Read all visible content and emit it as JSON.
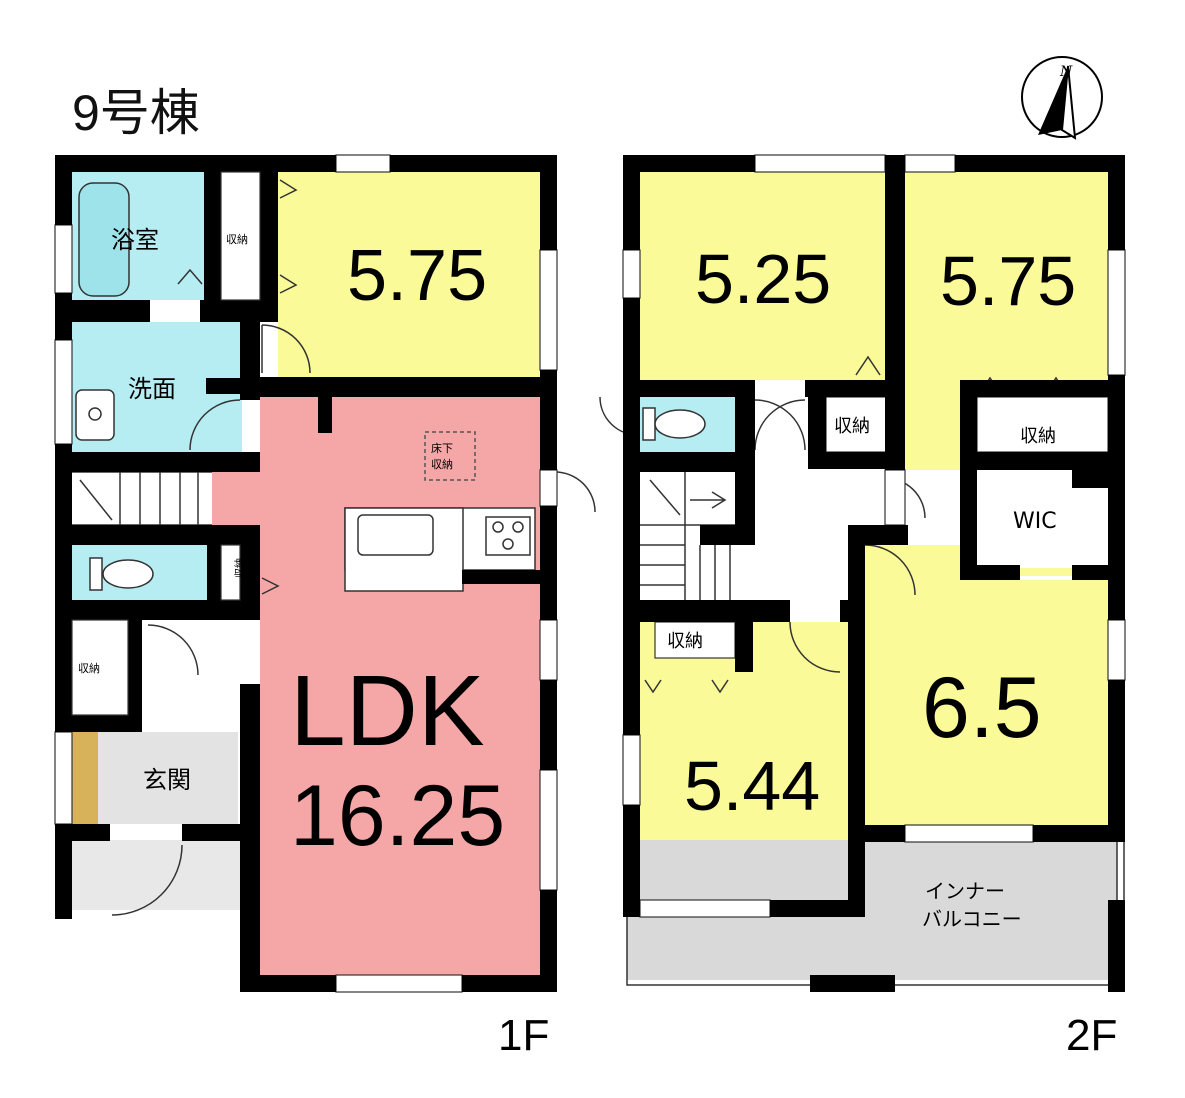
{
  "title": "9号棟",
  "compass": {
    "north_label": "N"
  },
  "colors": {
    "wall": "#000000",
    "bedroom": "#fafa98",
    "ldk": "#f5a6a6",
    "water": "#b6edf2",
    "entrance_tile": "#e3e3e3",
    "balcony": "#d9d9d9",
    "wood": "#d8b25a"
  },
  "floors": {
    "f1": {
      "label": "1F",
      "rooms": {
        "bath": "浴室",
        "washroom": "洗面",
        "storage_closet": "収納",
        "storage_toilet": "収納",
        "storage_entry": "収納",
        "underfloor": "床下収納",
        "bedroom": "5.75",
        "ldk_label": "LDK",
        "ldk_size": "16.25",
        "entrance": "玄関"
      }
    },
    "f2": {
      "label": "2F",
      "rooms": {
        "bed1": "5.25",
        "bed2": "5.75",
        "bed3": "5.44",
        "bed4": "6.5",
        "storage_a": "収納",
        "storage_b": "収納",
        "storage_c": "収納",
        "wic": "WIC",
        "balcony": "インナーバルコニー"
      }
    }
  }
}
